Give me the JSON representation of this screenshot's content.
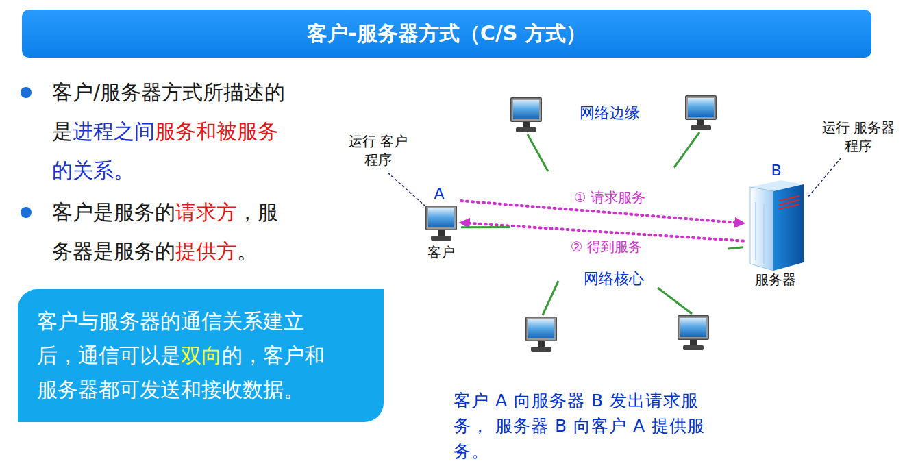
{
  "diagram": {
    "title": "客户-服务器方式（C/S 方式）",
    "caption": "客户 A 向服务器 B 发出请求服务， 服务器 B 向客户 A 提供服务。",
    "nodes": [
      {
        "text": [
          "网络边缘"
        ]
      },
      {
        "text": [
          "网络核心"
        ],
        "in": 0
      },
      {
        "text": [
          "A",
          "客户"
        ],
        "in": 0
      },
      {
        "text": [
          "B",
          "服务器"
        ],
        "in": 0
      },
      {
        "text": [
          "客户与服务器的通信关系建立后，通信可以是双向的，客户和服务器都可发送和接收数据。"
        ]
      }
    ],
    "edges": [
      {
        "from": 2,
        "to": 3,
        "label": "① 请求服务",
        "arrow": "to"
      },
      {
        "from": 3,
        "to": 2,
        "label": "② 得到服务",
        "arrow": "to"
      },
      {
        "from": 2,
        "to": 1,
        "arrow": "none"
      },
      {
        "from": 3,
        "to": 1,
        "arrow": "none"
      }
    ],
    "labels": [
      "客户/服务器方式所描述的是进程之间服务和被服务的关系。",
      "客户是服务的请求方，服务器是服务的提供方。",
      "运行 客户程序",
      "运行 服务器程序"
    ]
  }
}
